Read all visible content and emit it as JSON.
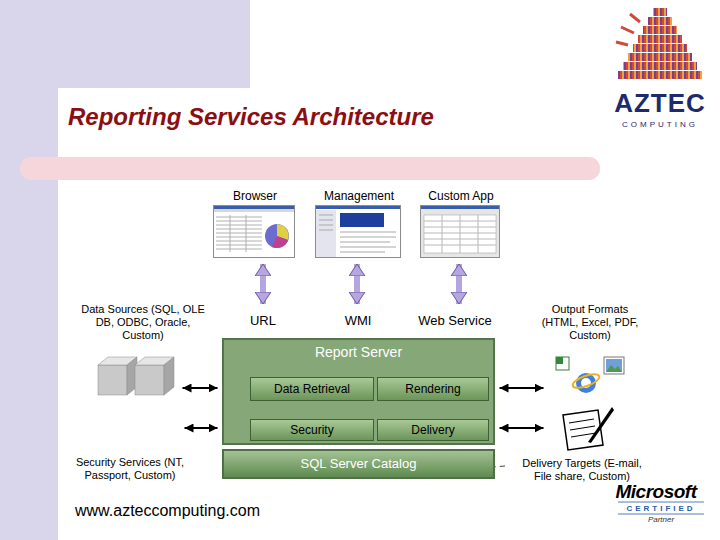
{
  "diagram": {
    "title": "Reporting Services Architecture",
    "nodes": [
      {
        "text": [
          "Browser"
        ]
      },
      {
        "text": [
          "Management"
        ]
      },
      {
        "text": [
          "Custom App"
        ]
      },
      {
        "text": [
          "Data Sources (SQL, OLE DB, ODBC, Oracle, Custom)"
        ]
      },
      {
        "text": [
          "URL"
        ]
      },
      {
        "text": [
          "WMI"
        ]
      },
      {
        "text": [
          "Web Service"
        ]
      },
      {
        "text": [
          "Output Formats (HTML, Excel, PDF, Custom)"
        ]
      },
      {
        "text": [
          "Report Server"
        ]
      },
      {
        "text": [
          "Data Retrieval"
        ],
        "in": 8
      },
      {
        "text": [
          "Rendering"
        ],
        "in": 8
      },
      {
        "text": [
          "Security"
        ],
        "in": 8
      },
      {
        "text": [
          "Delivery"
        ],
        "in": 8
      },
      {
        "text": [
          "Security Services (NT, Passport, Custom)"
        ]
      },
      {
        "text": [
          "SQL Server Catalog"
        ]
      },
      {
        "text": [
          "Delivery Targets (E-mail, File share, Custom)"
        ]
      }
    ],
    "edges": [
      {
        "from": 0,
        "to": 4,
        "arrow": "both"
      },
      {
        "from": 1,
        "to": 5,
        "arrow": "both"
      },
      {
        "from": 2,
        "to": 6,
        "arrow": "both"
      },
      {
        "from": 3,
        "to": 8,
        "arrow": "both"
      },
      {
        "from": 13,
        "to": 8,
        "arrow": "both"
      },
      {
        "from": 8,
        "to": 7,
        "arrow": "both"
      },
      {
        "from": 8,
        "to": 15,
        "arrow": "both"
      }
    ],
    "labels": [
      "AZTEC",
      "COMPUTING",
      "www.azteccomputing.com",
      "Microsoft",
      "CERTIFIED",
      "Partner"
    ]
  }
}
